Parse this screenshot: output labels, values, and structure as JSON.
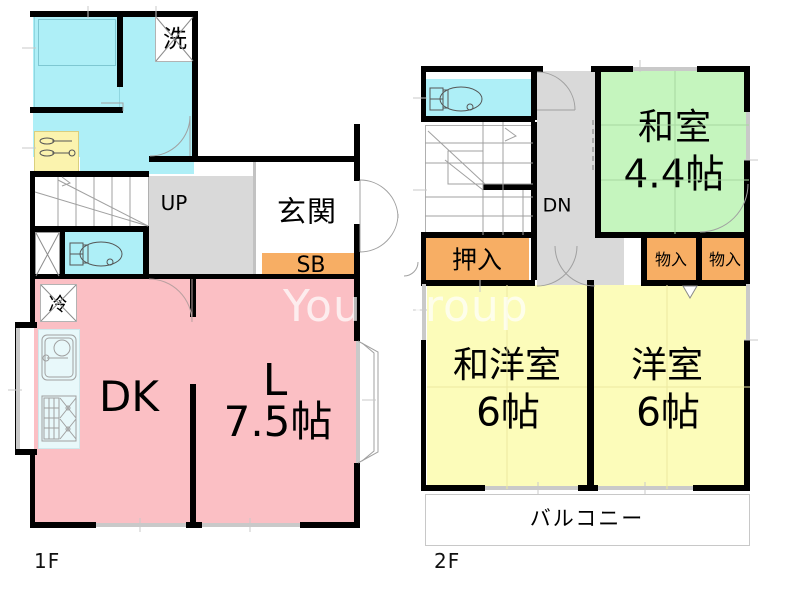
{
  "document": {
    "type": "real-estate-floor-plan",
    "watermark": "Your   group"
  },
  "floors": [
    {
      "id": "1F",
      "tag": "1F",
      "rooms": [
        {
          "name": "bath-unit",
          "label": "",
          "color": "#aeeff7"
        },
        {
          "name": "washroom",
          "label": "洗",
          "color": "#aeeff7"
        },
        {
          "name": "vanity",
          "label": "",
          "color": "#fbf3ae"
        },
        {
          "name": "toilet",
          "label": "",
          "color": "#aeeff7"
        },
        {
          "name": "stairs-up",
          "label": "UP",
          "color": "#d9d9d9"
        },
        {
          "name": "entrance",
          "label": "玄関",
          "color": "#ffffff"
        },
        {
          "name": "shoe-box",
          "label": "SB",
          "color": "#f7ae64"
        },
        {
          "name": "dining-kitchen",
          "label": "DK",
          "color": "#fbbfc4"
        },
        {
          "name": "living",
          "label": "L",
          "size": "7.5帖",
          "color": "#fbbfc4"
        },
        {
          "name": "refrigerator",
          "label": "冷",
          "color": "#ffffff"
        }
      ]
    },
    {
      "id": "2F",
      "tag": "2F",
      "rooms": [
        {
          "name": "toilet",
          "label": "",
          "color": "#aeeff7"
        },
        {
          "name": "stairs-down",
          "label": "DN",
          "color": "#d9d9d9"
        },
        {
          "name": "japanese-room",
          "label": "和室",
          "size": "4.4帖",
          "color": "#c5f5be"
        },
        {
          "name": "closet-oshiire",
          "label": "押入",
          "color": "#f7ae64"
        },
        {
          "name": "storage-1",
          "label": "物入",
          "color": "#f7ae64"
        },
        {
          "name": "storage-2",
          "label": "物入",
          "color": "#f7ae64"
        },
        {
          "name": "washitsu-youshitsu",
          "label": "和洋室",
          "size": "6帖",
          "color": "#fcfcba"
        },
        {
          "name": "western-room",
          "label": "洋室",
          "size": "6帖",
          "color": "#fcfcba"
        },
        {
          "name": "balcony",
          "label": "バルコニー",
          "color": "#ffffff"
        }
      ]
    }
  ],
  "labels": {
    "f1_tag": "1F",
    "f2_tag": "2F",
    "sen": "洗",
    "up": "UP",
    "genkan": "玄関",
    "sb": "SB",
    "rei": "冷",
    "dk": "DK",
    "l": "L",
    "l_size": "7.5帖",
    "dn": "DN",
    "washitsu": "和室",
    "washitsu_size": "4.4帖",
    "oshiire": "押入",
    "monoire1": "物入",
    "monoire2": "物入",
    "wayoushitsu": "和洋室",
    "wayoushitsu_size": "6帖",
    "youshitsu": "洋室",
    "youshitsu_size": "6帖",
    "balcony": "バルコニー",
    "watermark": "Your   group"
  },
  "colors": {
    "wall": "#000000",
    "pink": "#fbbfc4",
    "cyan": "#aeeff7",
    "green": "#c5f5be",
    "yellow": "#fcfcba",
    "orange": "#f7ae64",
    "gray": "#d9d9d9",
    "pale_yellow": "#fbf3ae",
    "pale_cyan": "#e8f8fa"
  }
}
